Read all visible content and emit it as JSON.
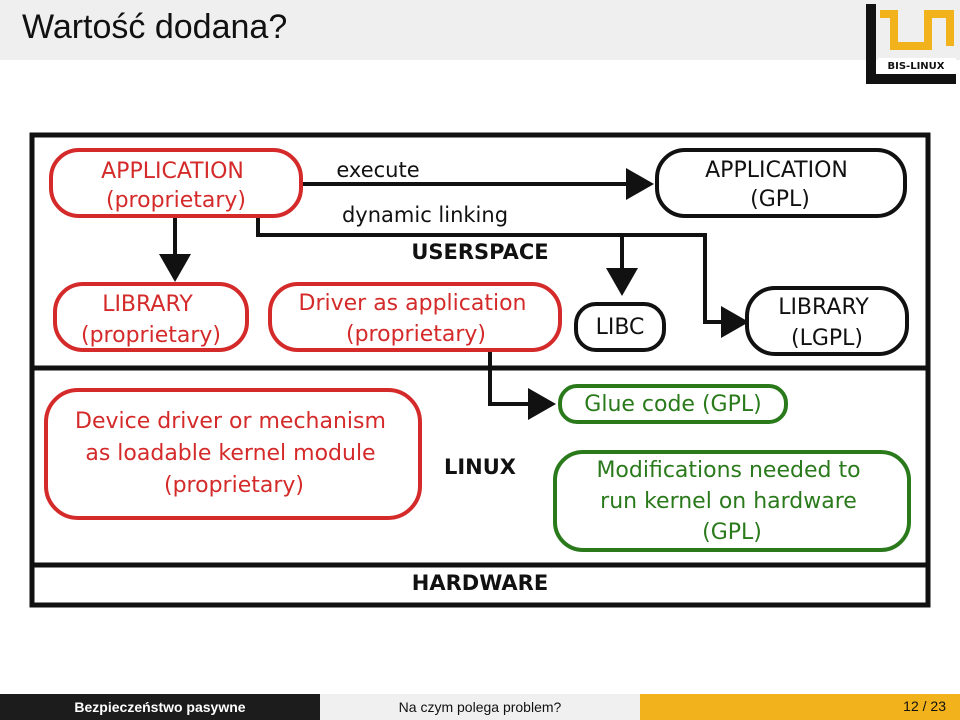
{
  "slide": {
    "title": "Wartość dodana?"
  },
  "logo": {
    "text": "BIS-LINUX"
  },
  "diagram": {
    "app_proprietary": [
      "APPLICATION",
      "(proprietary)"
    ],
    "app_gpl": [
      "APPLICATION",
      "(GPL)"
    ],
    "lib_proprietary": [
      "LIBRARY",
      "(proprietary)"
    ],
    "driver_app": [
      "Driver as application",
      "(proprietary)"
    ],
    "libc": "LIBC",
    "lib_lgpl": [
      "LIBRARY",
      "(LGPL)"
    ],
    "device_driver": [
      "Device driver or mechanism",
      "as loadable kernel module",
      "(proprietary)"
    ],
    "glue_code": "Glue code (GPL)",
    "modifications": [
      "Modifications needed to",
      "run kernel on hardware",
      "(GPL)"
    ],
    "execute_label": "execute",
    "dynamic_linking_label": "dynamic linking",
    "userspace_label": "USERSPACE",
    "linux_label": "LINUX",
    "hardware_label": "HARDWARE",
    "colors": {
      "proprietary": "#d42a2a",
      "gpl": "#2a7a1c",
      "neutral": "#111111"
    }
  },
  "footer": {
    "left": "Bezpieczeństwo pasywne",
    "center": "Na czym polega problem?",
    "page": "12 / 23"
  }
}
